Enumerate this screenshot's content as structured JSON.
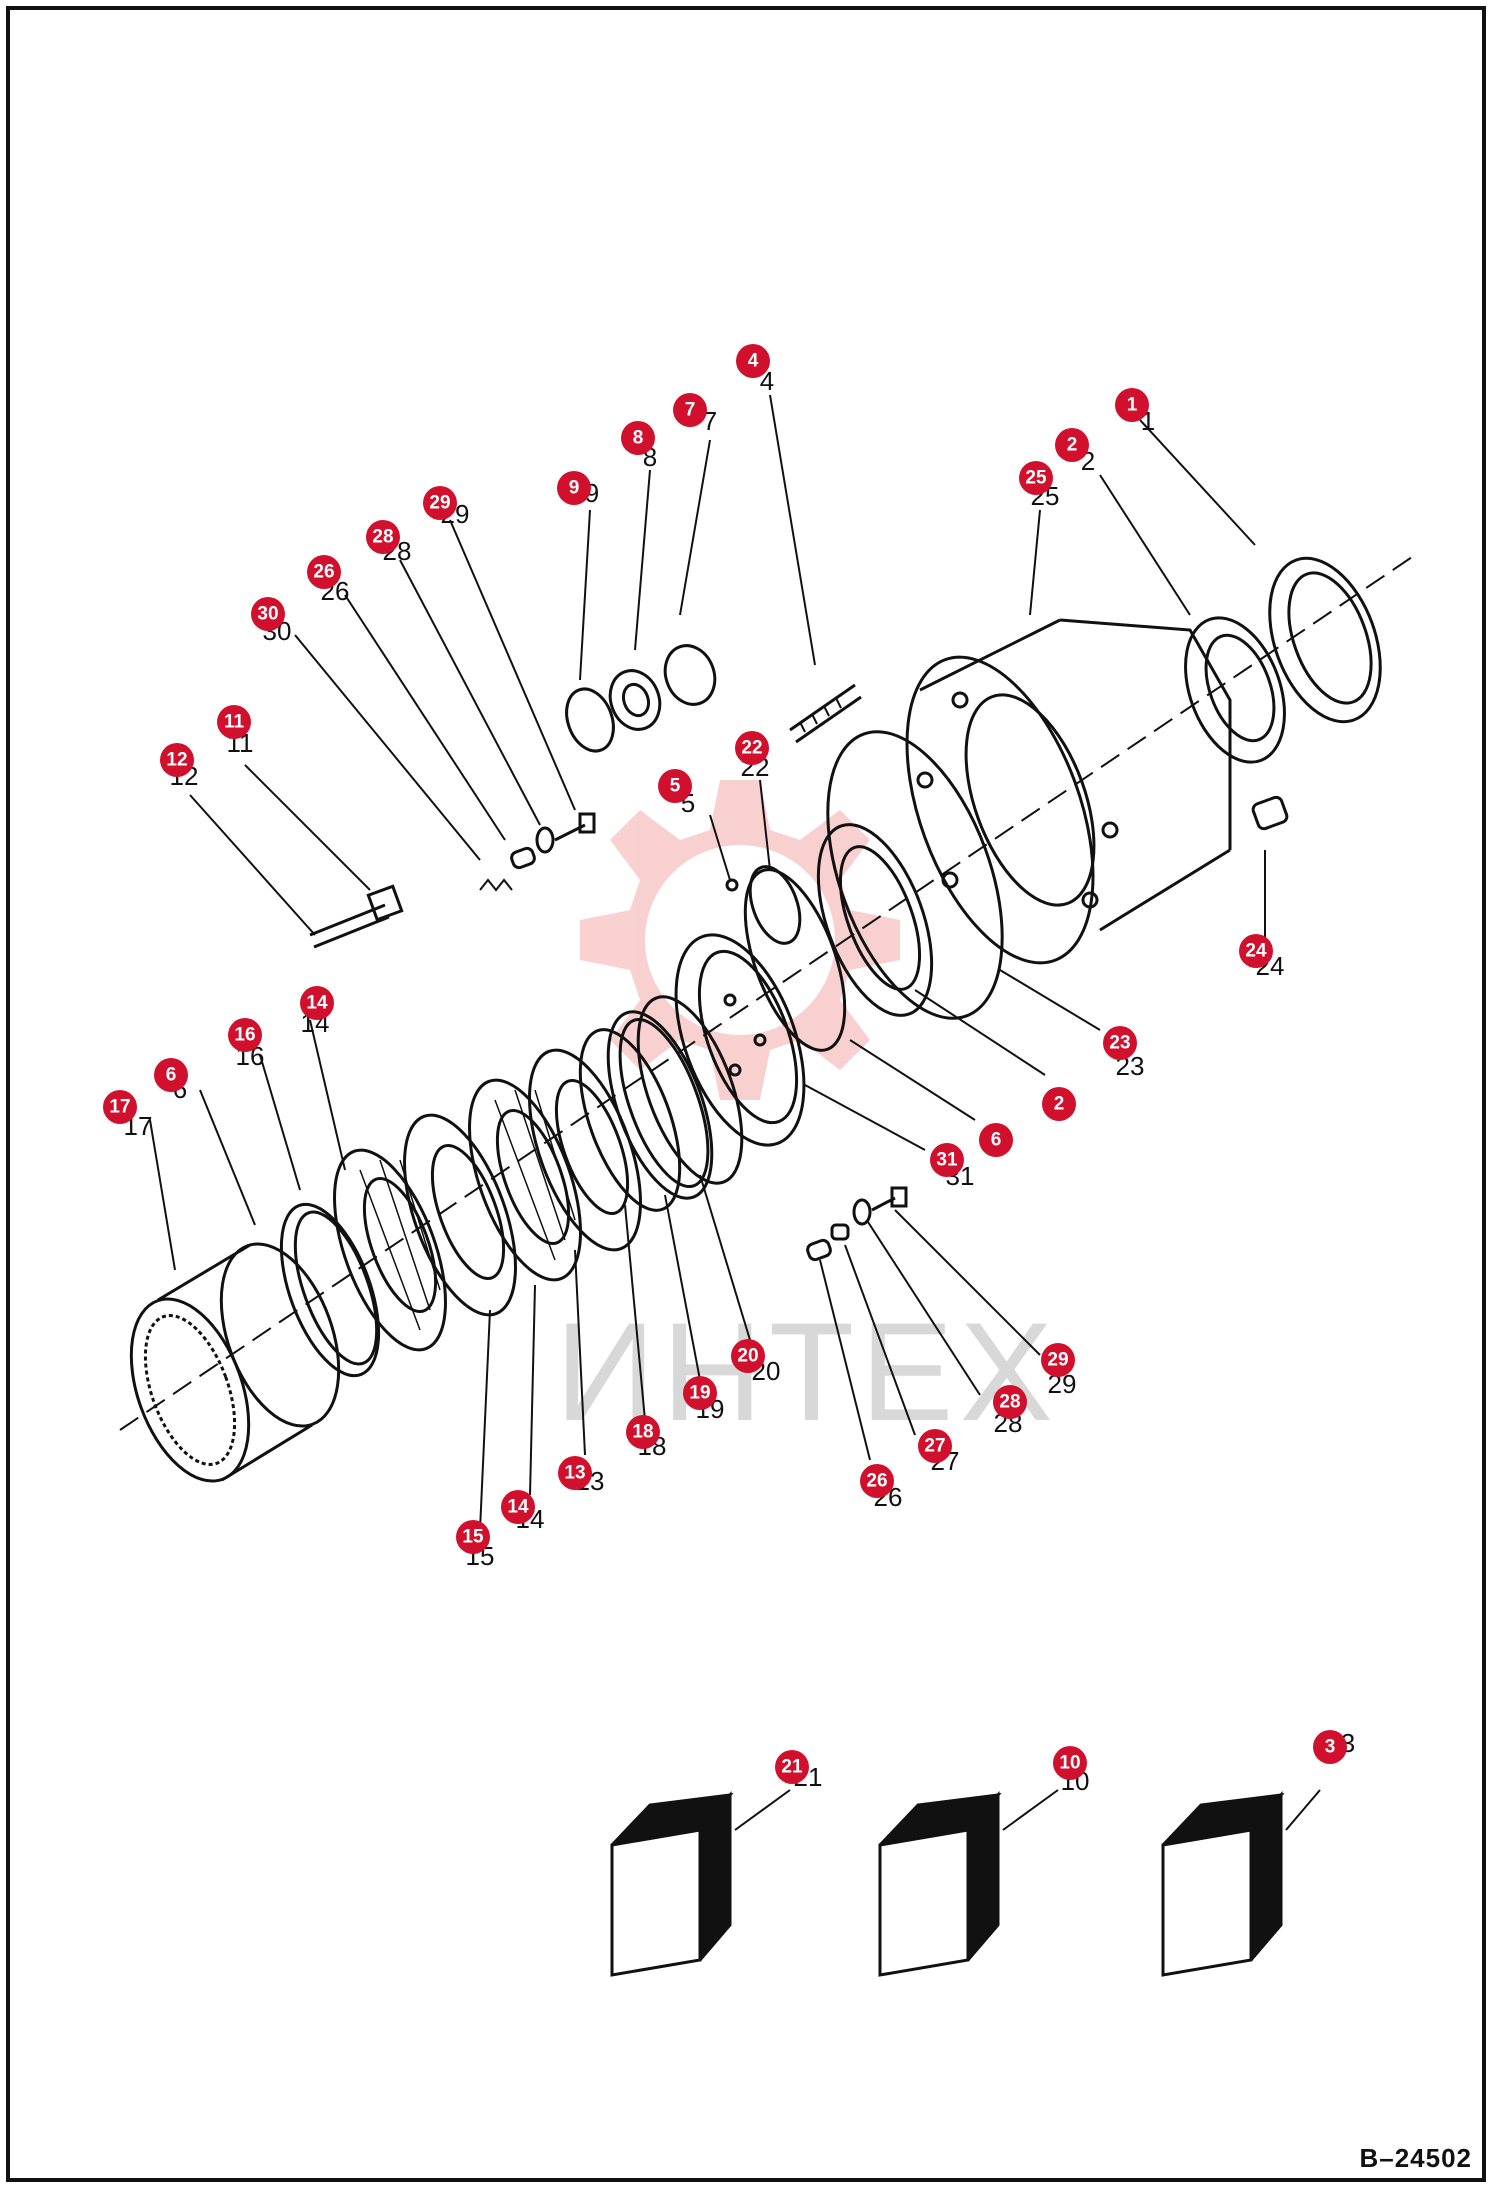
{
  "drawing_id": "B–24502",
  "watermark_text": "ИНТЕХ",
  "colors": {
    "callout": "#d0102c",
    "line": "#111111",
    "watermark": "#f3b8b8"
  },
  "callouts": {
    "c1": "1",
    "c2a": "2",
    "c2b": "2",
    "c3": "3",
    "c4": "4",
    "c5": "5",
    "c6a": "6",
    "c6b": "6",
    "c7": "7",
    "c8": "8",
    "c9": "9",
    "c10": "10",
    "c11": "11",
    "c12": "12",
    "c13": "13",
    "c14a": "14",
    "c14b": "14",
    "c15": "15",
    "c16": "16",
    "c17": "17",
    "c18": "18",
    "c19": "19",
    "c20": "20",
    "c21": "21",
    "c22": "22",
    "c23": "23",
    "c24": "24",
    "c25": "25",
    "c26a": "26",
    "c26b": "26",
    "c27": "27",
    "c28a": "28",
    "c28b": "28",
    "c29a": "29",
    "c29b": "29",
    "c30": "30",
    "c31": "31"
  },
  "labels": {
    "l1": "1",
    "l2": "2",
    "l3": "3",
    "l4": "4",
    "l5": "5",
    "l6": "6",
    "l7": "7",
    "l8": "8",
    "l9": "9",
    "l10": "10",
    "l11": "11",
    "l12": "12",
    "l13": "13",
    "l14a": "14",
    "l14b": "14",
    "l15": "15",
    "l16": "16",
    "l17": "17",
    "l18": "18",
    "l19": "19",
    "l20": "20",
    "l21": "21",
    "l22": "22",
    "l23": "23",
    "l24": "24",
    "l25": "25",
    "l26a": "26",
    "l26b": "26",
    "l27": "27",
    "l28a": "28",
    "l28b": "28",
    "l29a": "29",
    "l29b": "29",
    "l30": "30",
    "l31": "31"
  }
}
